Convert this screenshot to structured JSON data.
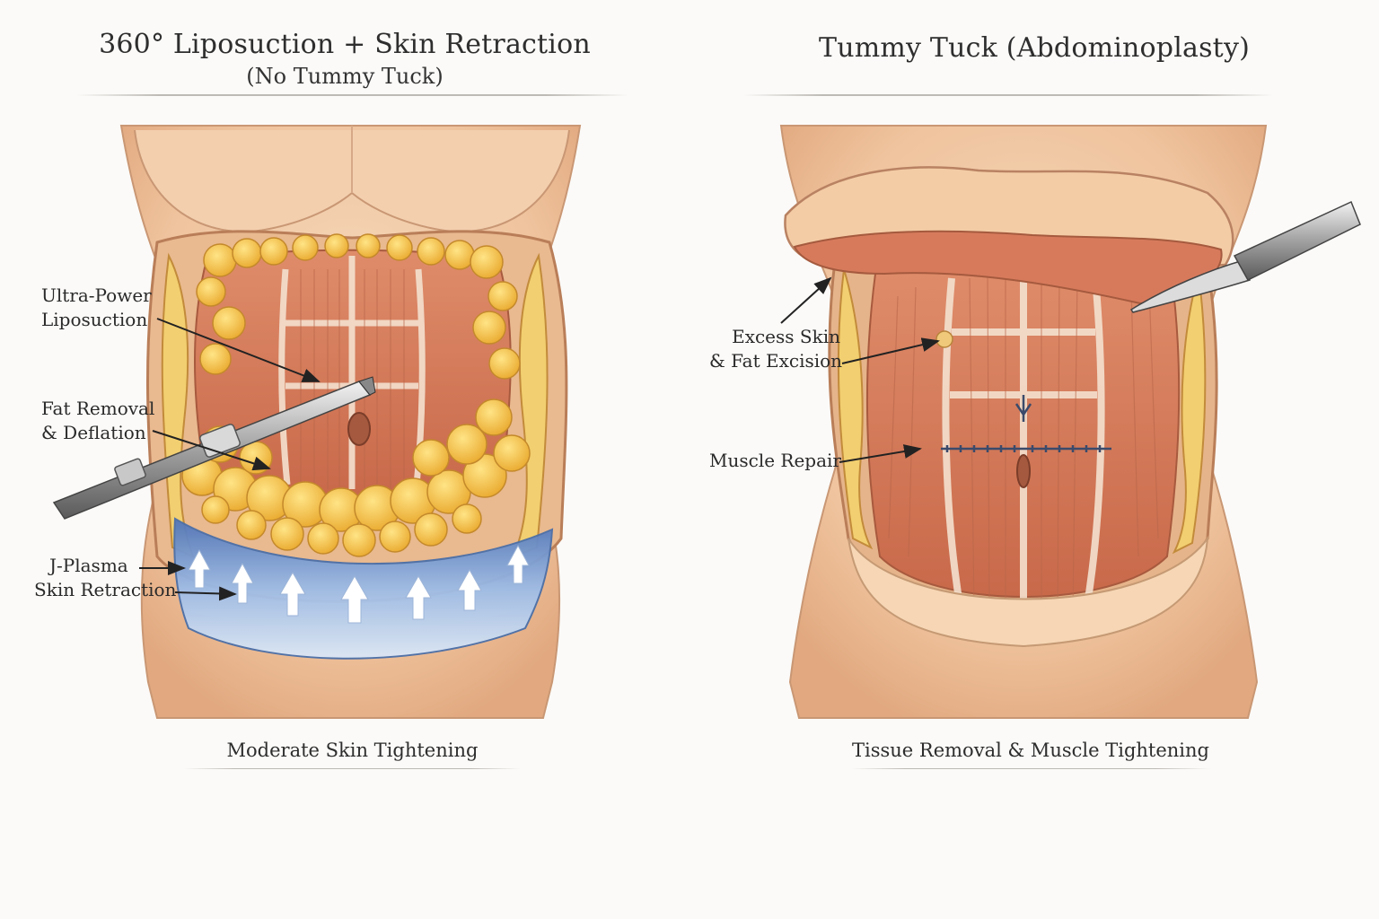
{
  "left": {
    "title": "360° Liposuction + Skin Retraction",
    "subtitle": "(No Tummy Tuck)",
    "caption": "Moderate Skin Tightening",
    "labels": {
      "lipo_1": "Ultra-Power",
      "lipo_2": "Liposuction",
      "fat_1": "Fat Removal",
      "fat_2": "& Deflation",
      "plasma_1": "J-Plasma",
      "plasma_2": "Skin Retraction"
    }
  },
  "right": {
    "title": "Tummy Tuck (Abdominoplasty)",
    "caption": "Tissue Removal & Muscle Tightening",
    "labels": {
      "excess_1": "Excess Skin",
      "excess_2": "& Fat Excision",
      "muscle": "Muscle Repair"
    }
  },
  "colors": {
    "skin": "#f1c9a4",
    "muscle": "#d9805f",
    "fat": "#f5c542",
    "plasma": "#7ea3d6",
    "fascia": "#f3e4d6"
  }
}
